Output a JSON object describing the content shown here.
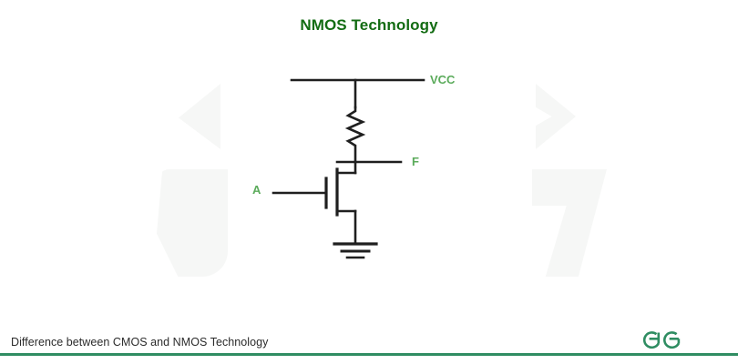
{
  "title": "NMOS Technology",
  "colors": {
    "title_green": "#136c13",
    "label_green": "#5bab5b",
    "wire_black": "#1f1f1f",
    "footer_green": "#2f8d62",
    "logo_green": "#2f8d62",
    "watermark_gray": "#f4f6f5",
    "background": "#ffffff",
    "caption_text": "#2b2b2b"
  },
  "circuit": {
    "name": "nmos-inverter-schematic",
    "labels": {
      "supply": "VCC",
      "output": "F",
      "input": "A"
    },
    "components": [
      {
        "name": "supply-rail",
        "type": "wire",
        "label": "VCC"
      },
      {
        "name": "pull-up-resistor",
        "type": "resistor",
        "label": ""
      },
      {
        "name": "output-node",
        "type": "wire",
        "label": "F"
      },
      {
        "name": "nmos-transistor",
        "type": "mosfet",
        "label": ""
      },
      {
        "name": "input-gate-wire",
        "type": "wire",
        "label": "A"
      },
      {
        "name": "ground-symbol",
        "type": "ground",
        "label": ""
      }
    ]
  },
  "footer": {
    "caption": "Difference between CMOS and NMOS Technology",
    "logo_alt": "geeksforgeeks-logo"
  }
}
